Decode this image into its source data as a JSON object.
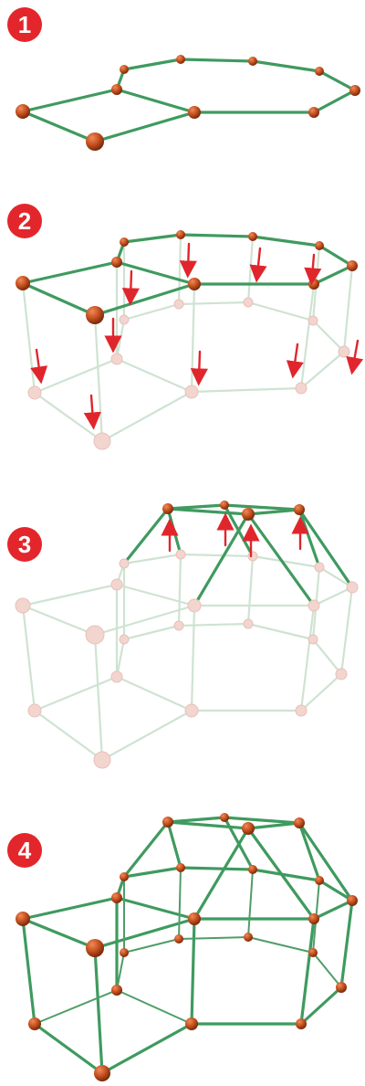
{
  "steps": [
    {
      "number": "1"
    },
    {
      "number": "2"
    },
    {
      "number": "3"
    },
    {
      "number": "4"
    }
  ],
  "colors": {
    "badge": "#e3262b",
    "rod": "#3f9a5f",
    "connector": "#b5451b",
    "arrow": "#e0262c"
  }
}
